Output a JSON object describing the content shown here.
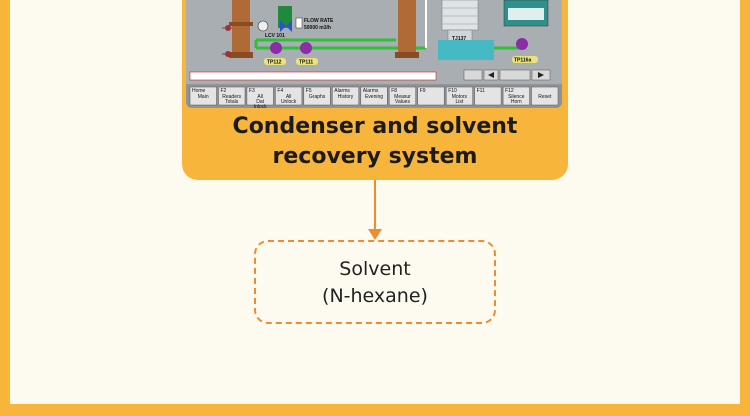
{
  "diagram": {
    "card_label_lines": [
      "Condenser and solvent",
      "recovery system"
    ],
    "node_label_lines": [
      "Solvent",
      "(N-hexane)"
    ],
    "colors": {
      "frame": "#f7b53b",
      "canvas": "#fdfaf0",
      "arrow": "#f28b30",
      "node_border": "#f28b30",
      "screen": "#a9aeb2"
    }
  },
  "hmi": {
    "tags": [
      "TP112",
      "TP111",
      "TJ137",
      "TP116a",
      "LCV 101"
    ],
    "flow_rate_label": "FLOW RATE",
    "flow_rate_value": "50000 m3/h",
    "buttons": [
      {
        "top": "Home",
        "main": "Main"
      },
      {
        "top": "F2",
        "main": "Readers Totals"
      },
      {
        "top": "F3",
        "main": "All Dat Inlock"
      },
      {
        "top": "F4",
        "main": "All Unlock"
      },
      {
        "top": "F5",
        "main": "Graphs"
      },
      {
        "top": "Alarms",
        "main": "History"
      },
      {
        "top": "Alarms",
        "main": "Evening"
      },
      {
        "top": "F8",
        "main": "Measur Values"
      },
      {
        "top": "F9",
        "main": ""
      },
      {
        "top": "F10",
        "main": "Motors List"
      },
      {
        "top": "F11",
        "main": ""
      },
      {
        "top": "F12",
        "main": "Silence Horn"
      },
      {
        "top": "",
        "main": "Reset"
      }
    ]
  }
}
